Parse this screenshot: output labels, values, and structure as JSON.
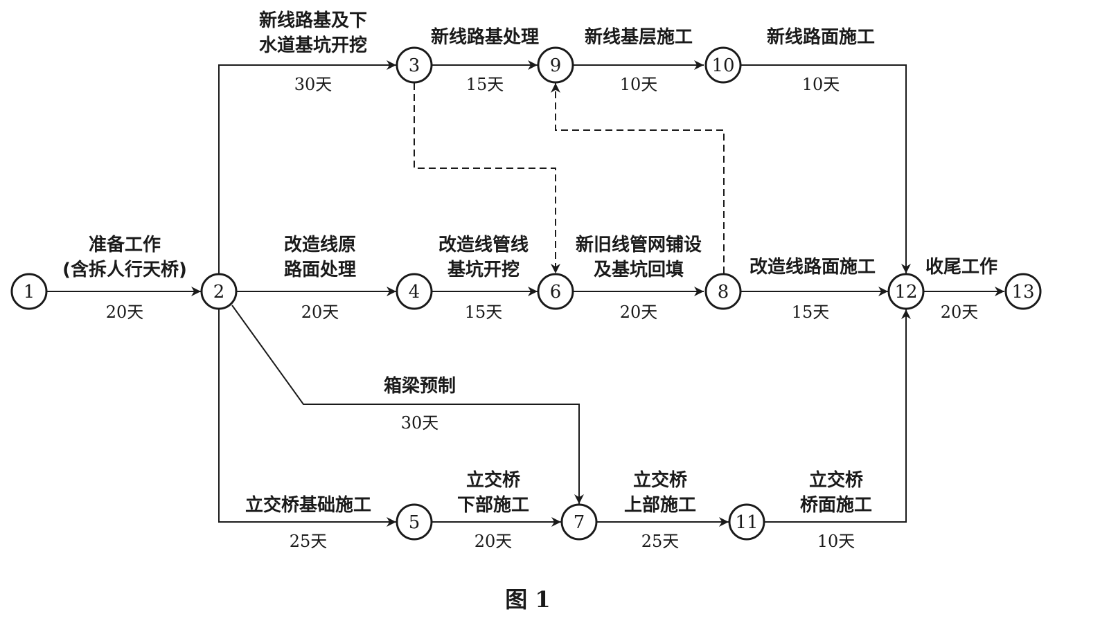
{
  "figure_caption": "图 1",
  "nodes": [
    {
      "id": 1,
      "label": "1"
    },
    {
      "id": 2,
      "label": "2"
    },
    {
      "id": 3,
      "label": "3"
    },
    {
      "id": 4,
      "label": "4"
    },
    {
      "id": 5,
      "label": "5"
    },
    {
      "id": 6,
      "label": "6"
    },
    {
      "id": 7,
      "label": "7"
    },
    {
      "id": 8,
      "label": "8"
    },
    {
      "id": 9,
      "label": "9"
    },
    {
      "id": 10,
      "label": "10"
    },
    {
      "id": 11,
      "label": "11"
    },
    {
      "id": 12,
      "label": "12"
    },
    {
      "id": 13,
      "label": "13"
    }
  ],
  "activities": [
    {
      "from": 1,
      "to": 2,
      "name_lines": [
        "准备工作",
        "(含拆人行天桥)"
      ],
      "duration": "20天"
    },
    {
      "from": 2,
      "to": 3,
      "name_lines": [
        "新线路基及下",
        "水道基坑开挖"
      ],
      "duration": "30天"
    },
    {
      "from": 3,
      "to": 9,
      "name_lines": [
        "新线路基处理"
      ],
      "duration": "15天"
    },
    {
      "from": 9,
      "to": 10,
      "name_lines": [
        "新线基层施工"
      ],
      "duration": "10天"
    },
    {
      "from": 10,
      "to": 12,
      "name_lines": [
        "新线路面施工"
      ],
      "duration": "10天"
    },
    {
      "from": 2,
      "to": 4,
      "name_lines": [
        "改造线原",
        "路面处理"
      ],
      "duration": "20天"
    },
    {
      "from": 4,
      "to": 6,
      "name_lines": [
        "改造线管线",
        "基坑开挖"
      ],
      "duration": "15天"
    },
    {
      "from": 6,
      "to": 8,
      "name_lines": [
        "新旧线管网铺设",
        "及基坑回填"
      ],
      "duration": "20天"
    },
    {
      "from": 8,
      "to": 12,
      "name_lines": [
        "改造线路面施工"
      ],
      "duration": "15天"
    },
    {
      "from": 12,
      "to": 13,
      "name_lines": [
        "收尾工作"
      ],
      "duration": "20天"
    },
    {
      "from": 2,
      "to": 7,
      "name_lines": [
        "箱梁预制"
      ],
      "duration": "30天"
    },
    {
      "from": 2,
      "to": 5,
      "name_lines": [
        "立交桥基础施工"
      ],
      "duration": "25天"
    },
    {
      "from": 5,
      "to": 7,
      "name_lines": [
        "立交桥",
        "下部施工"
      ],
      "duration": "20天"
    },
    {
      "from": 7,
      "to": 11,
      "name_lines": [
        "立交桥",
        "上部施工"
      ],
      "duration": "25天"
    },
    {
      "from": 11,
      "to": 12,
      "name_lines": [
        "立交桥",
        "桥面施工"
      ],
      "duration": "10天"
    }
  ],
  "dummy_activities": [
    {
      "from": 3,
      "to": 6
    },
    {
      "from": 8,
      "to": 9
    }
  ]
}
